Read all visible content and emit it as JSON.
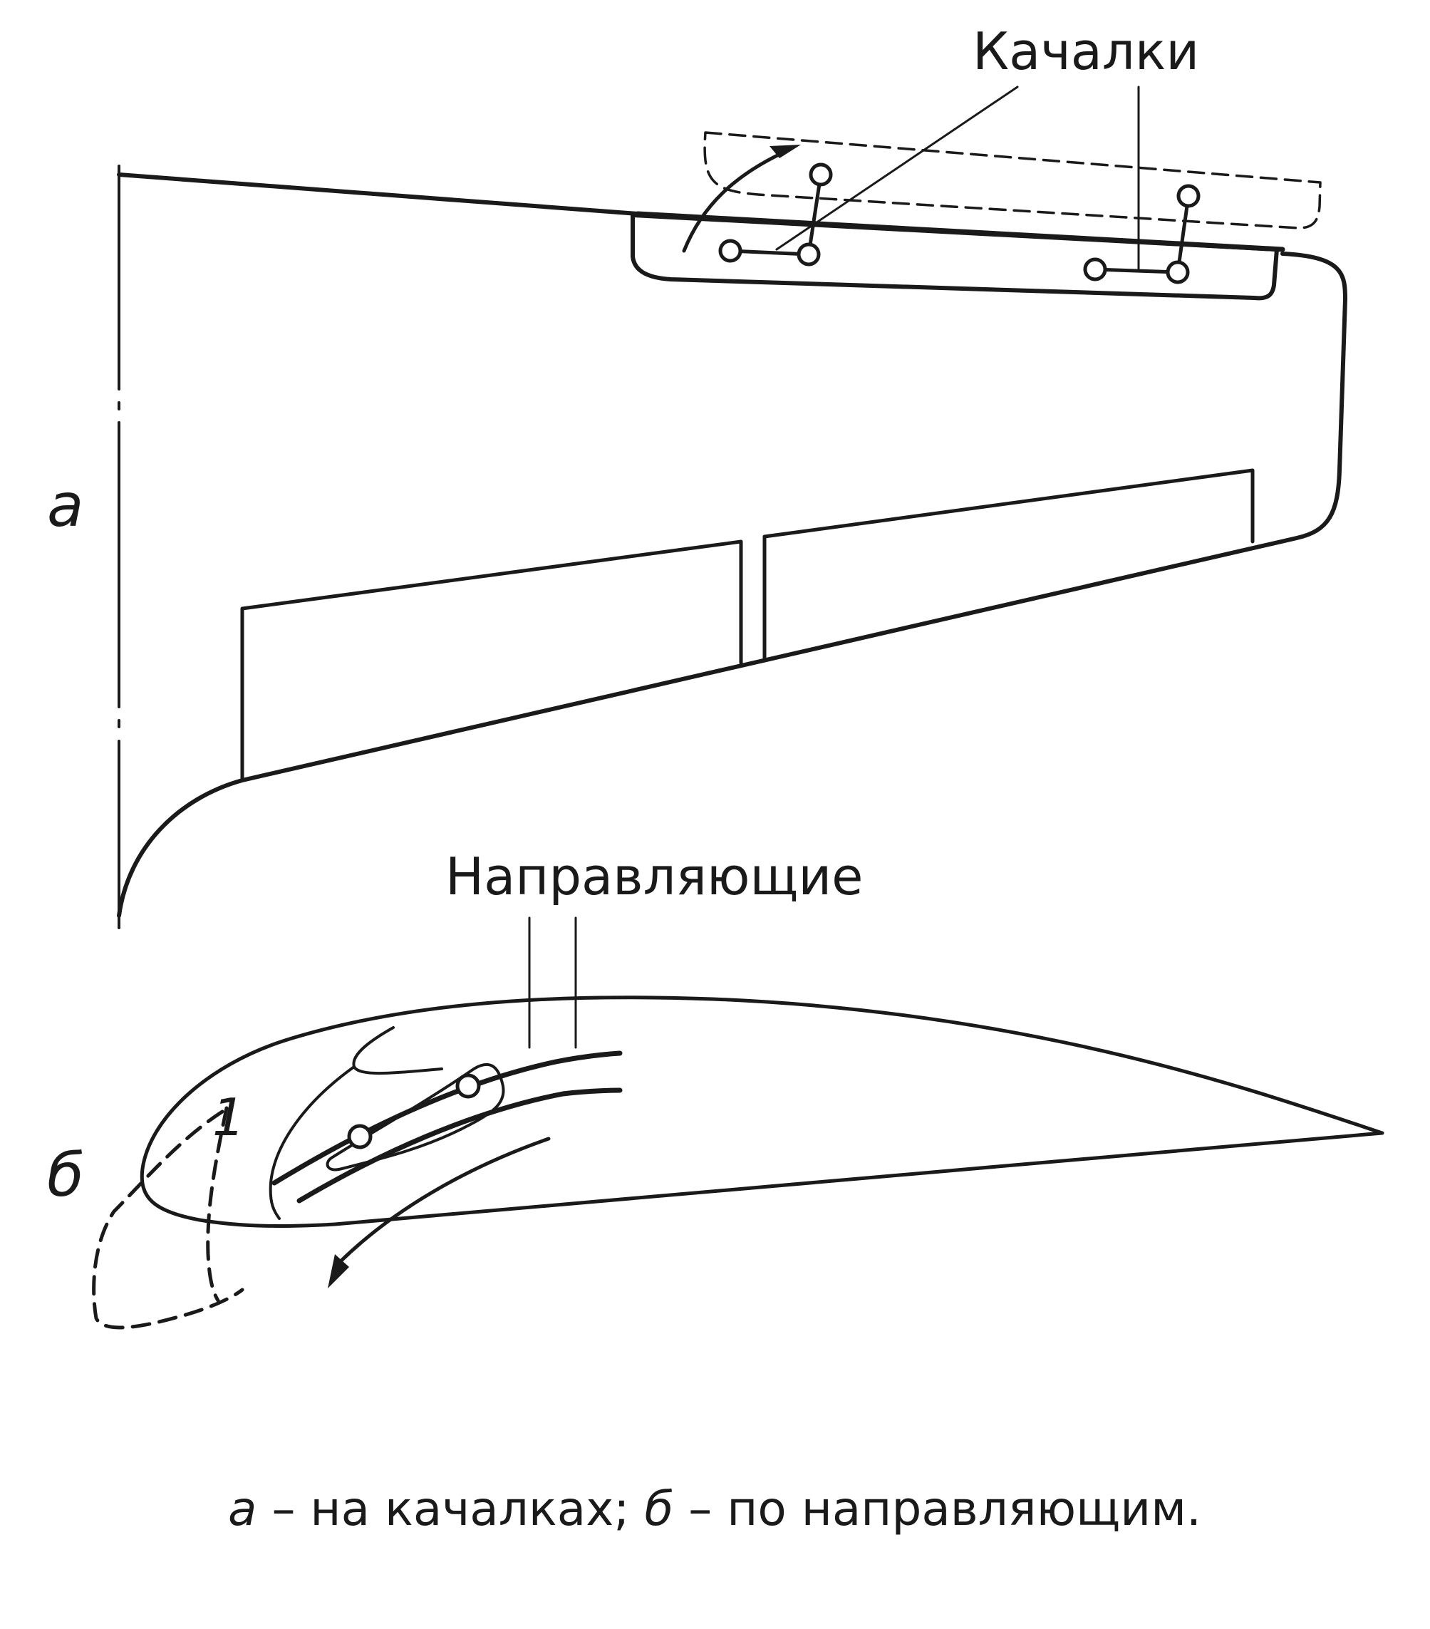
{
  "labels": {
    "part_a": "а",
    "part_b": "б",
    "kachalki": "Качалки",
    "napravlyayushchie": "Направляющие",
    "detail_number": "1"
  },
  "caption": {
    "a_letter": "а",
    "a_text": " – на качалках; ",
    "b_letter": "б",
    "b_text": " – по направляющим."
  },
  "colors": {
    "ink": "#1a1a1a",
    "background": "#ffffff"
  }
}
